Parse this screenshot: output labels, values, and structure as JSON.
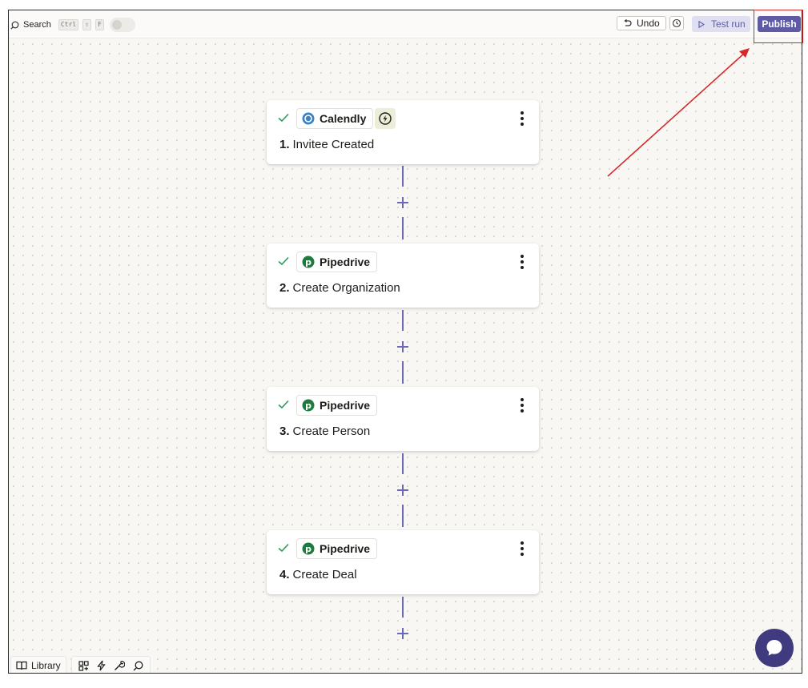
{
  "toolbar": {
    "search_label": "Search",
    "shortcut_keys": [
      "Ctrl",
      "⇧",
      "F"
    ],
    "undo_label": "Undo",
    "test_run_label": "Test run",
    "publish_label": "Publish"
  },
  "steps": [
    {
      "app": "Calendly",
      "number": "1.",
      "title": "Invitee Created",
      "app_color": "#3b82c4",
      "is_trigger": true
    },
    {
      "app": "Pipedrive",
      "number": "2.",
      "title": "Create Organization",
      "app_color": "#1f7a3e",
      "is_trigger": false
    },
    {
      "app": "Pipedrive",
      "number": "3.",
      "title": "Create Person",
      "app_color": "#1f7a3e",
      "is_trigger": false
    },
    {
      "app": "Pipedrive",
      "number": "4.",
      "title": "Create Deal",
      "app_color": "#1f7a3e",
      "is_trigger": false
    }
  ],
  "bottom_toolbar": {
    "library_label": "Library",
    "tool_icons": [
      "layout-icon",
      "bolt-icon",
      "wrench-icon",
      "search-icon"
    ]
  },
  "colors": {
    "accent": "#5e5aa6",
    "connector": "#6d68b6",
    "check": "#2e9a5a",
    "annotation": "#d42a2a",
    "chat": "#3f3b7e"
  }
}
